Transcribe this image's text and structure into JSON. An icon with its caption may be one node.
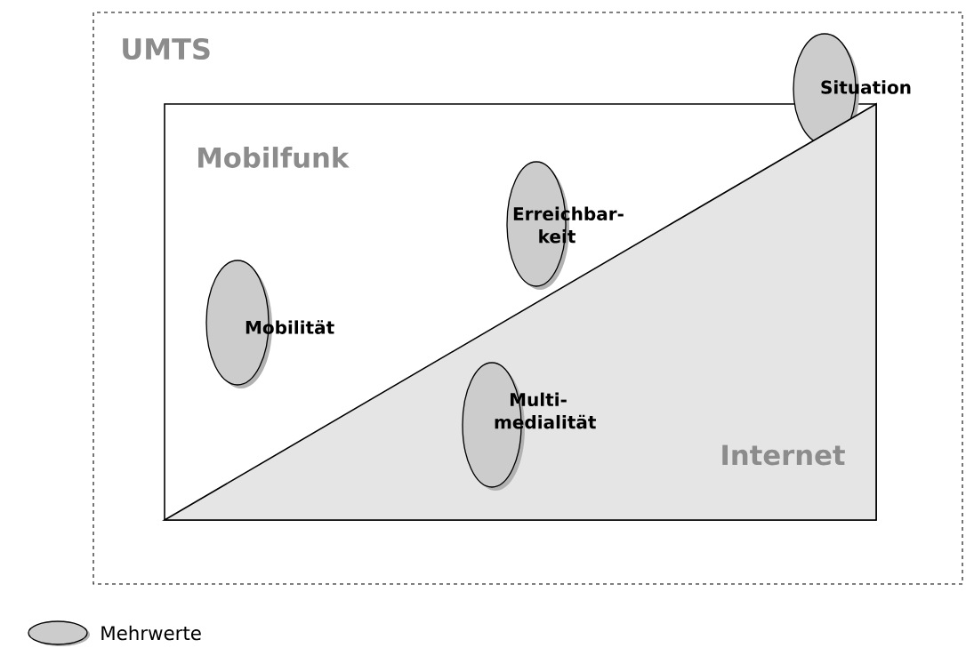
{
  "diagram": {
    "nodes": [
      {
        "text": [
          "UMTS"
        ]
      },
      {
        "text": [
          "Mobilfunk"
        ],
        "in": 0
      },
      {
        "text": [
          "Internet"
        ],
        "in": 1
      },
      {
        "text": [
          "Situation"
        ],
        "in": 0
      },
      {
        "text": [
          "Erreichbar- keit"
        ],
        "in": 1
      },
      {
        "text": [
          "Mobilität"
        ],
        "in": 1
      },
      {
        "text": [
          "Multi- medialität"
        ],
        "in": 2
      }
    ],
    "legend": [
      {
        "text": "Mehrwerte"
      }
    ]
  }
}
